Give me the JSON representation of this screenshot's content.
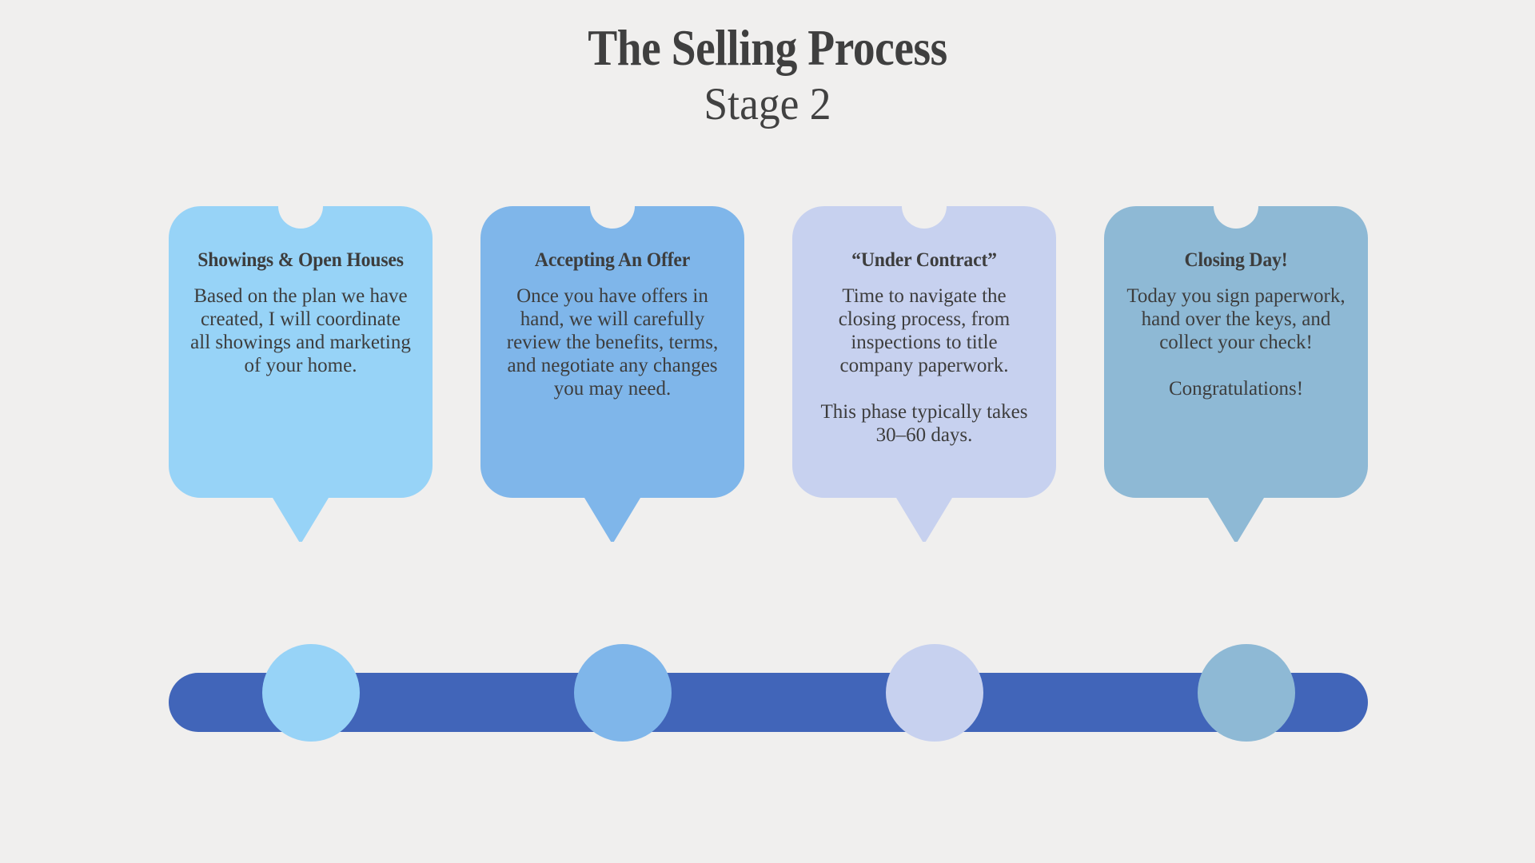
{
  "header": {
    "title": "The Selling Process",
    "subtitle": "Stage 2"
  },
  "theme": {
    "background": "#f0efee",
    "text": "#3d3d3d",
    "timeline_bar": "#4165b9"
  },
  "timeline": {
    "bar_label": "selling-process-timeline",
    "nodes": [
      {
        "label": "stage-node-1",
        "color": "#97d3f7"
      },
      {
        "label": "stage-node-2",
        "color": "#7fb6ea"
      },
      {
        "label": "stage-node-3",
        "color": "#c7d1ef"
      },
      {
        "label": "stage-node-4",
        "color": "#8eb9d5"
      }
    ]
  },
  "cards": [
    {
      "id": "showings-open-houses",
      "title": "Showings & Open Houses",
      "body": "Based on the plan we have created, I will coordinate all showings and marketing of your home.",
      "color": "#97d3f7"
    },
    {
      "id": "accepting-an-offer",
      "title": "Accepting An Offer",
      "body": "Once you have offers in hand, we will carefully review the benefits, terms, and negotiate any changes you may need.",
      "color": "#7fb6ea"
    },
    {
      "id": "under-contract",
      "title": "“Under Contract”",
      "body": "Time to navigate the closing process, from inspections to title company paperwork.\n\nThis phase typically takes 30–60 days.",
      "color": "#c7d1ef"
    },
    {
      "id": "closing-day",
      "title": "Closing Day!",
      "body": "Today you sign paperwork, hand over the keys, and collect your check!\n\nCongratulations!",
      "color": "#8eb9d5"
    }
  ]
}
